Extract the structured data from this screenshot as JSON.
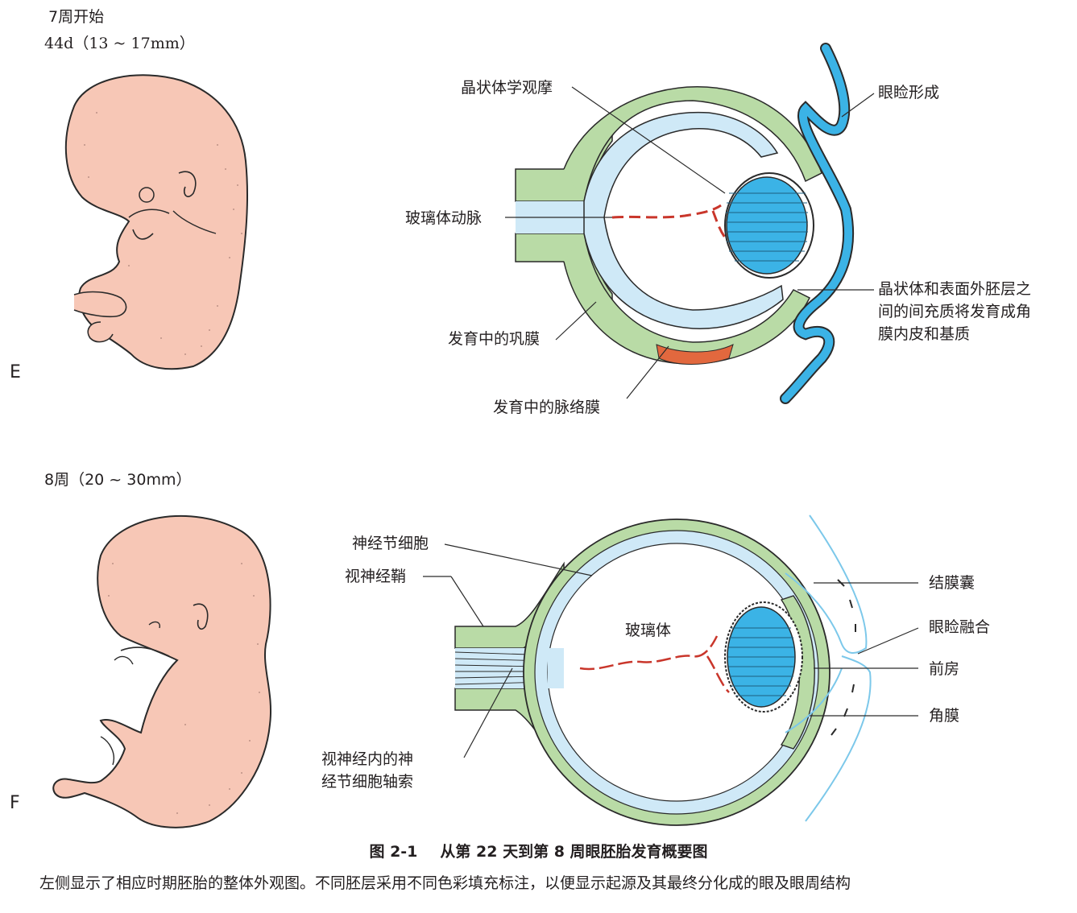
{
  "panel_e": {
    "letter": "E",
    "stage_line1": "7周开始",
    "stage_line2": "44d（13 ~ 17mm）",
    "labels": {
      "lens_fibers": "晶状体学观摩",
      "hyaloid_artery": "玻璃体动脉",
      "sclera": "发育中的巩膜",
      "choroid": "发育中的脉络膜",
      "eyelid_forming": "眼睑形成",
      "mesenchyme_line1": "晶状体和表面外胚层之",
      "mesenchyme_line2": "间的间充质将发育成角",
      "mesenchyme_line3": "膜内皮和基质"
    }
  },
  "panel_f": {
    "letter": "F",
    "stage_line1": "8周（20 ~ 30mm）",
    "labels": {
      "ganglion_cells": "神经节细胞",
      "optic_sheath": "视神经鞘",
      "vitreous": "玻璃体",
      "axons_line1": "视神经内的神",
      "axons_line2": "经节细胞轴索",
      "conjunctival_sac": "结膜囊",
      "eyelid_fusion": "眼睑融合",
      "anterior_chamber": "前房",
      "cornea": "角膜"
    }
  },
  "caption": {
    "figure_no": "图 2-1",
    "title": "从第 22 天到第 8 周眼胚胎发育概要图",
    "body": "左侧显示了相应时期胚胎的整体外观图。不同胚层采用不同色彩填充标注，以便显示起源及其最终分化成的眼及眼周结构"
  },
  "colors": {
    "embryo_skin": "#f7c7b6",
    "lens_blue": "#3bb3e6",
    "mesoderm_green": "#b9dba6",
    "vitreous_light_blue": "#cfe9f7",
    "choroid_orange": "#e2683e",
    "vessel_red": "#c9362b"
  }
}
